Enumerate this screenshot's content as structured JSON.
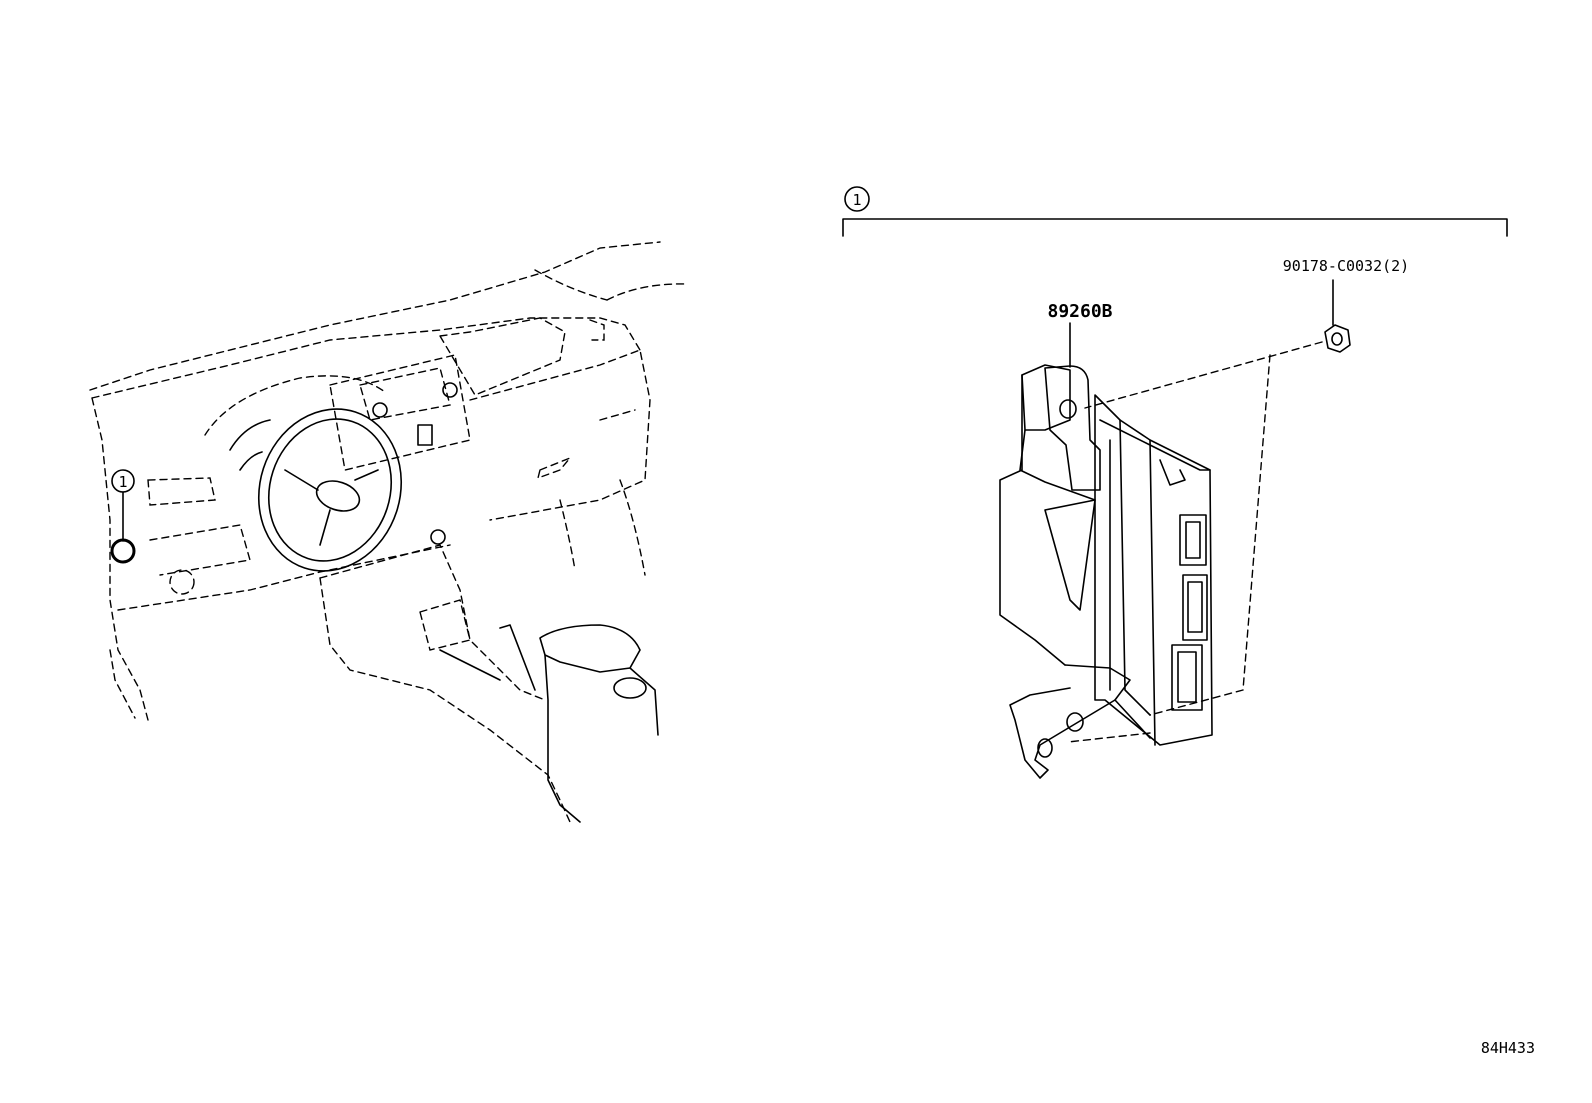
{
  "callouts": {
    "ref_number": "1"
  },
  "parts": [
    {
      "id": "part-89260b",
      "label": "89260B"
    },
    {
      "id": "part-90178",
      "label": "90178-C0032(2)"
    }
  ],
  "drawing_code": "84H433"
}
